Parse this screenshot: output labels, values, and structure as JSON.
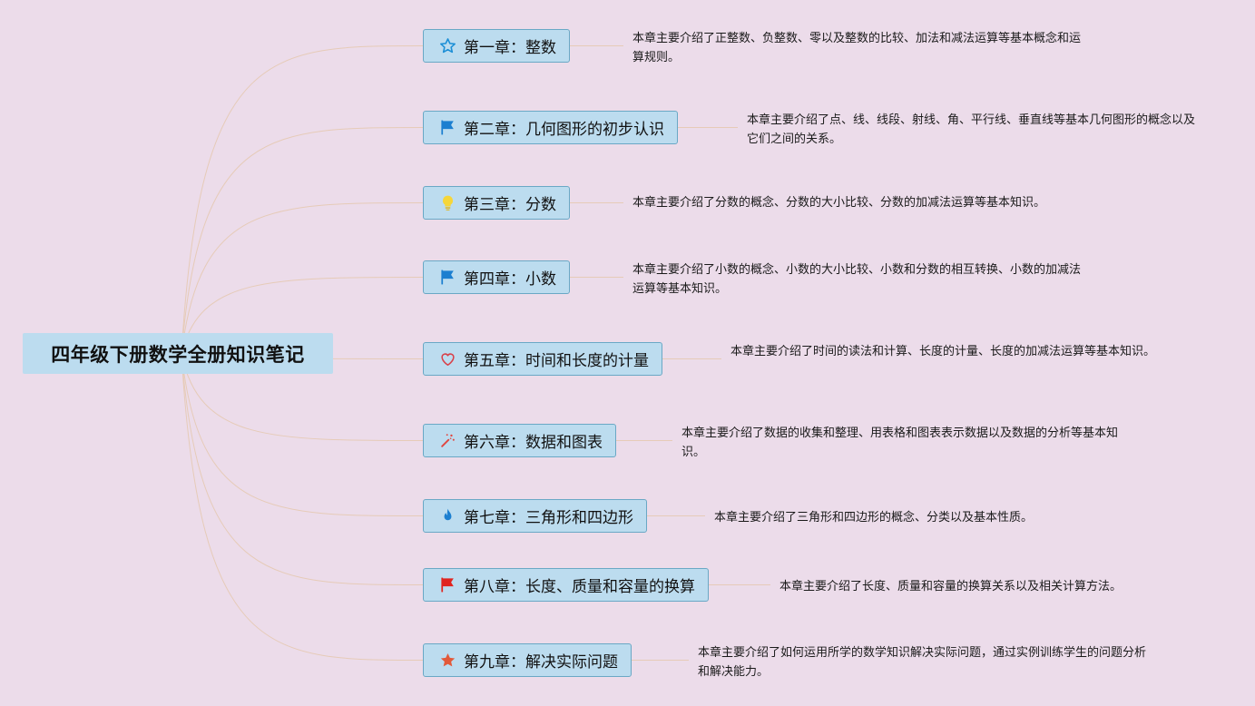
{
  "root": {
    "title": "四年级下册数学全册知识笔记"
  },
  "chapters": [
    {
      "title": "第一章：整数",
      "icon": "star-outline-icon",
      "description": "本章主要介绍了正整数、负整数、零以及整数的比较、加法和减法运算等基本概念和运算规则。"
    },
    {
      "title": "第二章：几何图形的初步认识",
      "icon": "blue-flag-icon",
      "description": "本章主要介绍了点、线、线段、射线、角、平行线、垂直线等基本几何图形的概念以及它们之间的关系。"
    },
    {
      "title": "第三章：分数",
      "icon": "lightbulb-icon",
      "description": "本章主要介绍了分数的概念、分数的大小比较、分数的加减法运算等基本知识。"
    },
    {
      "title": "第四章：小数",
      "icon": "blue-flag-icon",
      "description": "本章主要介绍了小数的概念、小数的大小比较、小数和分数的相互转换、小数的加减法运算等基本知识。"
    },
    {
      "title": "第五章：时间和长度的计量",
      "icon": "heart-outline-icon",
      "description": "本章主要介绍了时间的读法和计算、长度的计量、长度的加减法运算等基本知识。"
    },
    {
      "title": "第六章：数据和图表",
      "icon": "magic-wand-icon",
      "description": "本章主要介绍了数据的收集和整理、用表格和图表表示数据以及数据的分析等基本知识。"
    },
    {
      "title": "第七章：三角形和四边形",
      "icon": "flame-icon",
      "description": "本章主要介绍了三角形和四边形的概念、分类以及基本性质。"
    },
    {
      "title": "第八章：长度、质量和容量的换算",
      "icon": "red-flag-icon",
      "description": "本章主要介绍了长度、质量和容量的换算关系以及相关计算方法。"
    },
    {
      "title": "第九章：解决实际问题",
      "icon": "star-filled-icon",
      "description": "本章主要介绍了如何运用所学的数学知识解决实际问题，通过实例训练学生的问题分析和解决能力。"
    }
  ],
  "colors": {
    "background": "#ecdcea",
    "node_fill": "#bcdcef",
    "node_border": "#6aa8c5",
    "connector": "#e6cbb8"
  }
}
